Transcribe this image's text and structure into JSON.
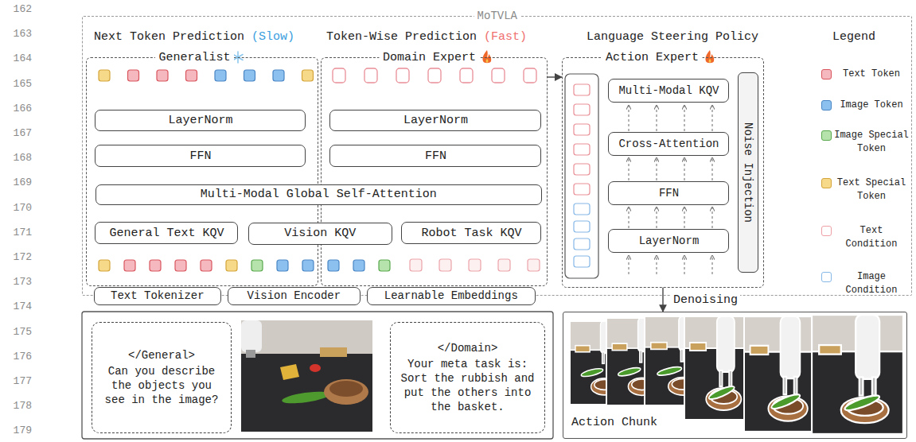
{
  "diagram": {
    "nodes": [
      {
        "text": [
          "MoTVLA"
        ]
      },
      {
        "text": [
          "Generalist"
        ],
        "in": 0
      },
      {
        "text": [
          "LayerNorm"
        ],
        "in": 1
      },
      {
        "text": [
          "FFN"
        ],
        "in": 1
      },
      {
        "text": [
          "General Text KQV"
        ],
        "in": 1
      },
      {
        "text": [
          "Domain Expert"
        ],
        "in": 0
      },
      {
        "text": [
          "LayerNorm"
        ],
        "in": 5
      },
      {
        "text": [
          "FFN"
        ],
        "in": 5
      },
      {
        "text": [
          "Robot Task KQV"
        ],
        "in": 5
      },
      {
        "text": [
          "Multi-Modal Global Self-Attention"
        ],
        "in": 0
      },
      {
        "text": [
          "Vision KQV"
        ],
        "in": 0
      },
      {
        "text": [
          "Action Expert"
        ],
        "in": 0
      },
      {
        "text": [
          "Multi-Modal KQV"
        ],
        "in": 11
      },
      {
        "text": [
          "Cross-Attention"
        ],
        "in": 11
      },
      {
        "text": [
          "FFN"
        ],
        "in": 11
      },
      {
        "text": [
          "LayerNorm"
        ],
        "in": 11
      },
      {
        "text": [
          "Noise Injection"
        ],
        "in": 11
      },
      {
        "text": [
          "Text Tokenizer"
        ],
        "in": 0
      },
      {
        "text": [
          "Vision Encoder"
        ],
        "in": 0
      },
      {
        "text": [
          "Learnable Embeddings"
        ],
        "in": 0
      },
      {
        "text": [
          "</General>",
          "Can you describe the objects you see in the image?"
        ]
      },
      {
        "text": [
          "</Domain>",
          "Your meta task is: Sort the rubbish and put the others into the basket."
        ]
      },
      {
        "text": [
          "Action Chunk"
        ]
      }
    ],
    "edges": [
      {
        "from": 5,
        "to": 11,
        "arrow": "to"
      },
      {
        "from": 11,
        "to": 22,
        "arrow": "to",
        "label": "Denoising"
      }
    ],
    "labels": [
      "162",
      "163",
      "164",
      "165",
      "166",
      "167",
      "168",
      "169",
      "170",
      "171",
      "172",
      "173",
      "174",
      "175",
      "176",
      "177",
      "178",
      "179",
      "Next Token Prediction",
      "(Slow)",
      "Token-Wise Prediction",
      "(Fast)",
      "Language Steering Policy",
      "Legend"
    ],
    "legend": [
      {
        "text": "Text Token",
        "color": "#f5b8bf"
      },
      {
        "text": "Image Token",
        "color": "#8cc0ef"
      },
      {
        "text": "Image Special Token",
        "color": "#b5e3ab"
      },
      {
        "text": "Text Special Token",
        "color": "#f7d98a"
      },
      {
        "text": "Text Condition"
      },
      {
        "text": "Image Condition"
      }
    ]
  }
}
